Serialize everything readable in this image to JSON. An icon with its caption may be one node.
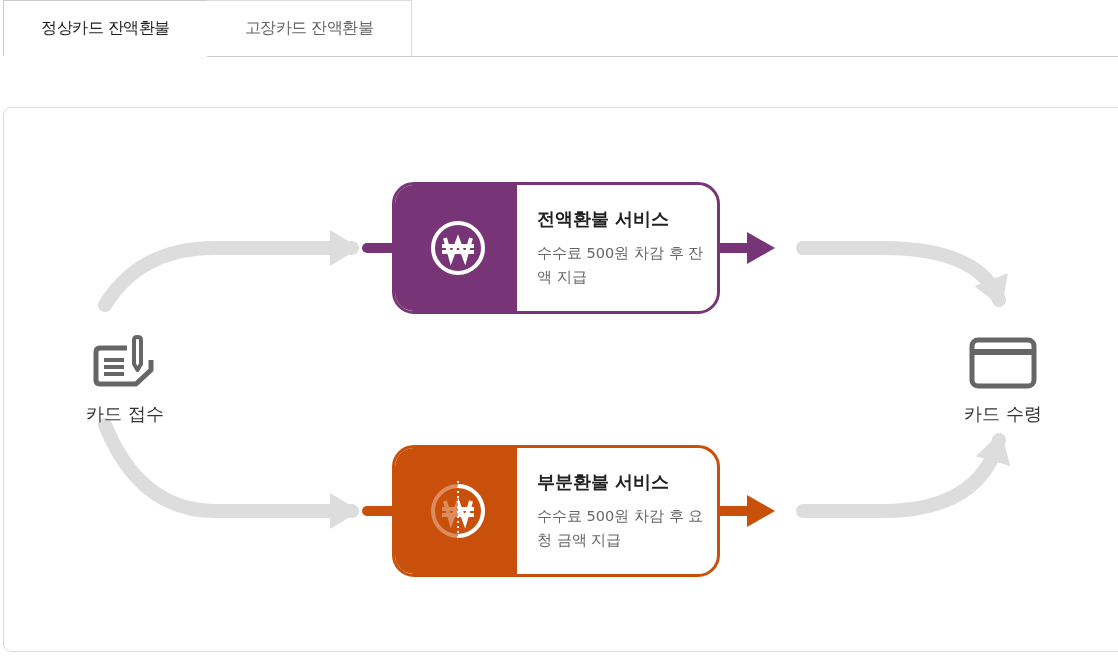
{
  "diagram": {
    "nodes": [
      {
        "text": [
          "카드 접수"
        ]
      },
      {
        "text": [
          "전액환불 서비스",
          "수수료 500원 차감 후 잔액 지급"
        ]
      },
      {
        "text": [
          "부분환불 서비스",
          "수수료 500원 차감 후 요청 금액 지급"
        ]
      },
      {
        "text": [
          "카드 수령"
        ]
      }
    ],
    "edges": [
      {
        "from": 0,
        "to": 1,
        "arrow": "to"
      },
      {
        "from": 0,
        "to": 2,
        "arrow": "to"
      },
      {
        "from": 1,
        "to": 3,
        "arrow": "to"
      },
      {
        "from": 2,
        "to": 3,
        "arrow": "to"
      }
    ],
    "labels": [
      "정상카드 잔액환불",
      "고장카드 잔액환불"
    ]
  }
}
